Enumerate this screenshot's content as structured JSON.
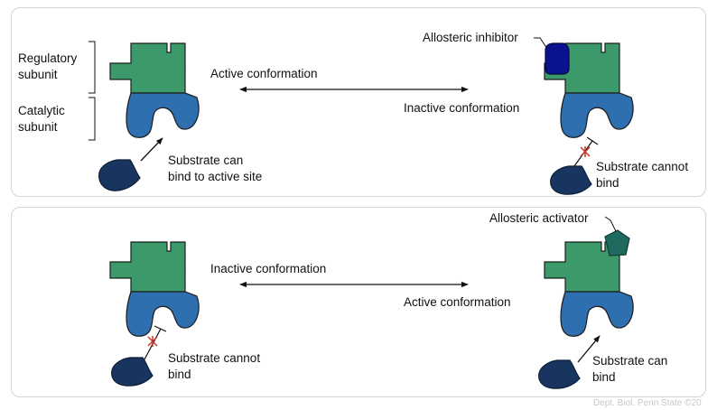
{
  "top": {
    "regulatory_label": "Regulatory",
    "regulatory_label2": "subunit",
    "catalytic_label": "Catalytic",
    "catalytic_label2": "subunit",
    "forward_label": "Active conformation",
    "reverse_label": "Inactive conformation",
    "left_substrate_line1": "Substrate can",
    "left_substrate_line2": "bind to active site",
    "modulator_label": "Allosteric inhibitor",
    "right_substrate_line1": "Substrate cannot",
    "right_substrate_line2": "bind"
  },
  "bottom": {
    "forward_label": "Inactive conformation",
    "reverse_label": "Active conformation",
    "left_substrate_line1": "Substrate cannot",
    "left_substrate_line2": "bind",
    "modulator_label": "Allosteric activator",
    "right_substrate_line1": "Substrate can",
    "right_substrate_line2": "bind"
  },
  "footer": "Dept. Biol. Penn State ©20",
  "colors": {
    "regulatory": "#3c9a6a",
    "catalytic": "#2e6fb0",
    "substrate": "#17355f",
    "inhibitor": "#0a1290",
    "activator": "#1f6a5e",
    "block_mark": "#c0392b"
  }
}
